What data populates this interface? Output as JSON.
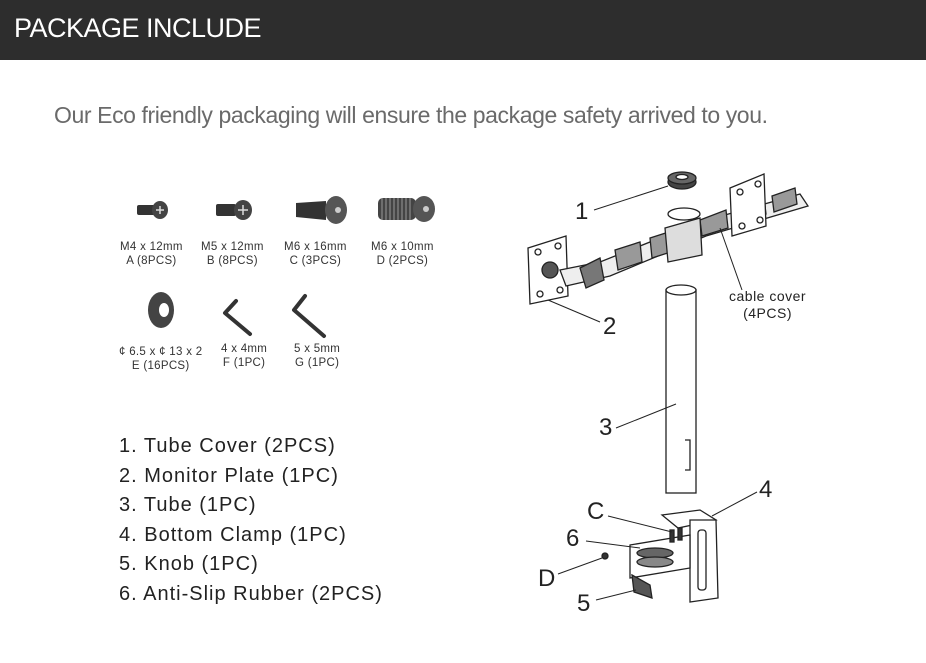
{
  "header": {
    "title": "PACKAGE INCLUDE"
  },
  "intro": "Our Eco friendly packaging will ensure the package safety arrived to you.",
  "hardware": [
    {
      "line1": "M4 x 12mm",
      "line2": "A (8PCS)",
      "icon": "screw-icon"
    },
    {
      "line1": "M5 x 12mm",
      "line2": "B (8PCS)",
      "icon": "screw-icon"
    },
    {
      "line1": "M6 x 16mm",
      "line2": "C (3PCS)",
      "icon": "screw-icon"
    },
    {
      "line1": "M6 x 10mm",
      "line2": "D (2PCS)",
      "icon": "screw-icon"
    },
    {
      "line1": "¢ 6.5 x ¢ 13 x 2",
      "line2": "E (16PCS)",
      "icon": "washer-icon"
    },
    {
      "line1": "4 x 4mm",
      "line2": "F (1PC)",
      "icon": "hex-key-icon"
    },
    {
      "line1": "5 x 5mm",
      "line2": "G (1PC)",
      "icon": "hex-key-icon"
    }
  ],
  "parts_list": [
    "1. Tube Cover (2PCS)",
    "2. Monitor Plate (1PC)",
    "3. Tube (1PC)",
    "4. Bottom Clamp (1PC)",
    "5. Knob (1PC)",
    "6. Anti-Slip Rubber (2PCS)"
  ],
  "diagram": {
    "callout_1": "1",
    "callout_2": "2",
    "callout_3": "3",
    "callout_4": "4",
    "callout_5": "5",
    "callout_6": "6",
    "callout_c": "C",
    "callout_d": "D",
    "cable_cover_line1": "cable cover",
    "cable_cover_line2": "(4PCS)"
  }
}
